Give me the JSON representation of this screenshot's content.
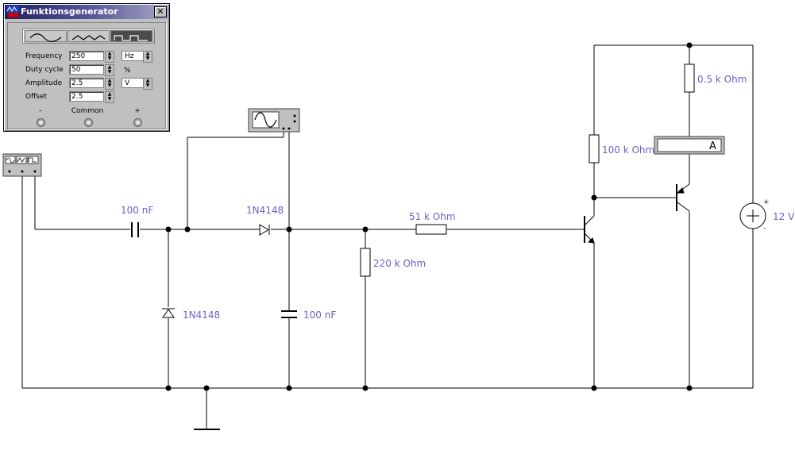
{
  "generator": {
    "title": "Funktionsgenerator",
    "close_label": "✕",
    "waveforms": [
      "sine",
      "triangle",
      "square"
    ],
    "active_waveform": "square",
    "fields": [
      {
        "label": "Frequency",
        "value": "250",
        "unit": "Hz",
        "unit_is_select": true
      },
      {
        "label": "Duty cycle",
        "value": "50",
        "unit": "%",
        "unit_is_select": false
      },
      {
        "label": "Amplitude",
        "value": "2.5",
        "unit": "V",
        "unit_is_select": true
      },
      {
        "label": "Offset",
        "value": "2.5",
        "unit": "",
        "unit_is_select": false
      }
    ],
    "terminals": {
      "minus": "–",
      "common": "Common",
      "plus": "+"
    }
  },
  "circuit": {
    "labels": {
      "c1": "100 nF",
      "d1": "1N4148",
      "d2": "1N4148",
      "c2": "100 nF",
      "r1": "220 k Ohm",
      "r2": "51 k Ohm",
      "r3": "100 k Ohm",
      "r4": "0.5 k Ohm",
      "supply": "12 V",
      "ammeter": "A",
      "supply_plus": "+",
      "supply_minus": "-"
    }
  },
  "colors": {
    "wire": "#000000",
    "label": "#6b5fc8",
    "panel": "#c0c0c0"
  }
}
